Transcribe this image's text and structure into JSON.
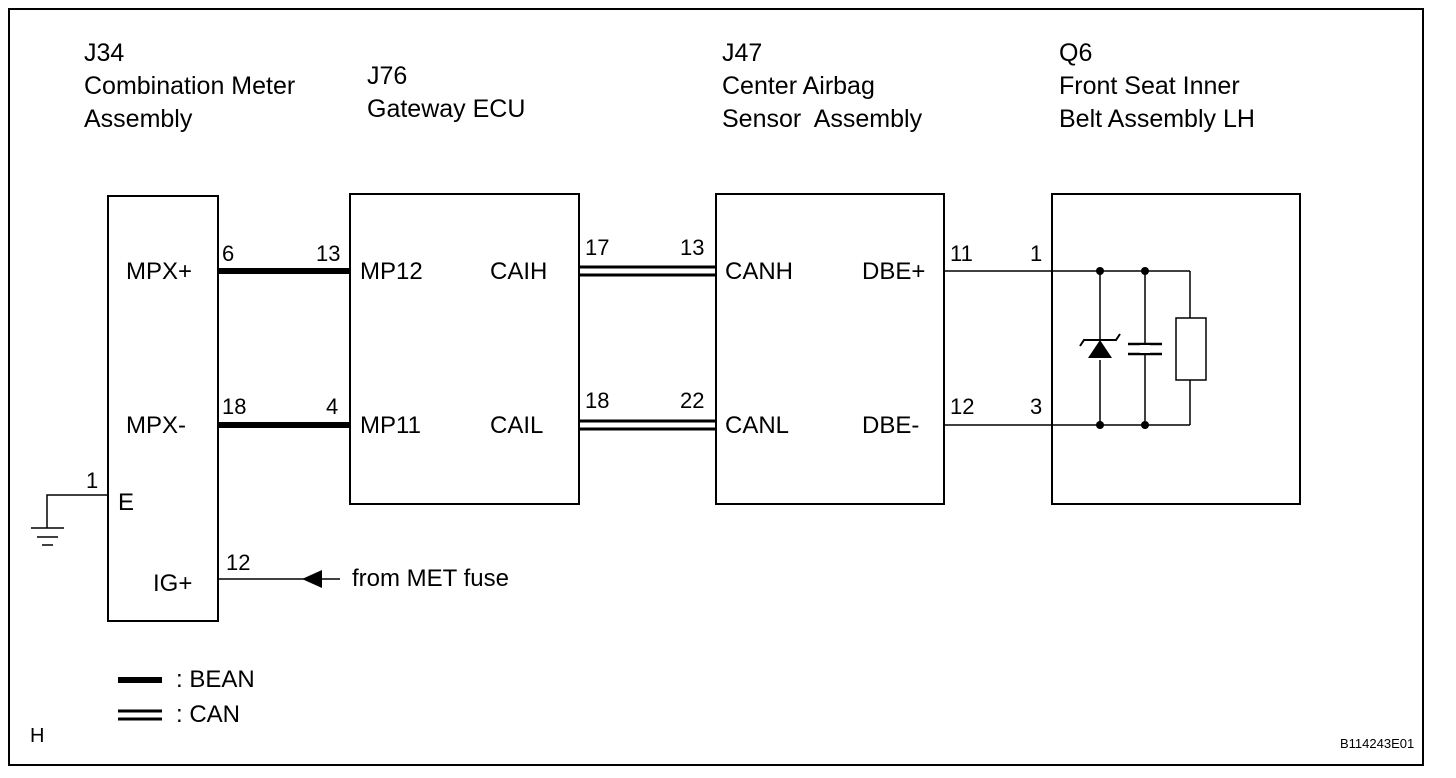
{
  "components": {
    "j34": {
      "code": "J34",
      "line1": "Combination Meter",
      "line2": "Assembly",
      "pins": {
        "mpx_plus": "MPX+",
        "mpx_minus": "MPX-",
        "e": "E",
        "ig_plus": "IG+"
      }
    },
    "j76": {
      "code": "J76",
      "line1": "Gateway ECU",
      "pins": {
        "mp12": "MP12",
        "mp11": "MP11",
        "caih": "CAIH",
        "cail": "CAIL"
      }
    },
    "j47": {
      "code": "J47",
      "line1": "Center Airbag",
      "line2": "Sensor  Assembly",
      "pins": {
        "canh": "CANH",
        "canl": "CANL",
        "dbe_plus": "DBE+",
        "dbe_minus": "DBE-"
      }
    },
    "q6": {
      "code": "Q6",
      "line1": "Front Seat Inner",
      "line2": "Belt Assembly LH"
    }
  },
  "pin_numbers": {
    "j34_mpx_plus": "6",
    "j76_mp12": "13",
    "j34_mpx_minus": "18",
    "j76_mp11": "4",
    "j34_e": "1",
    "j34_ig_plus": "12",
    "j76_caih": "17",
    "j47_canh": "13",
    "j76_cail": "18",
    "j47_canl": "22",
    "j47_dbe_plus": "11",
    "q6_pin1": "1",
    "j47_dbe_minus": "12",
    "q6_pin3": "3"
  },
  "source_label": "from MET fuse",
  "legend": {
    "bean": ": BEAN",
    "can": ": CAN"
  },
  "corner_mark": "H",
  "figure_id": "B114243E01"
}
